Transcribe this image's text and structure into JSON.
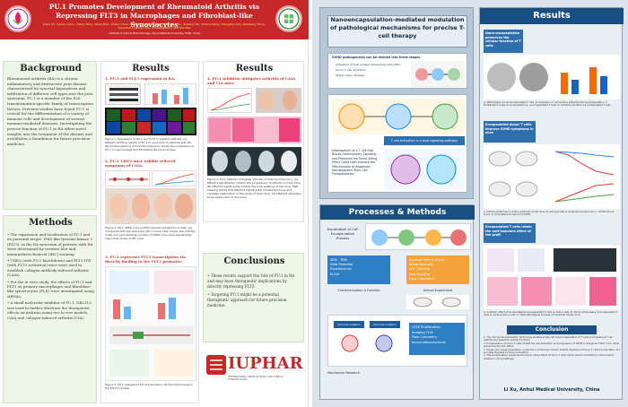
{
  "left_poster": {
    "title": "PU.1 Promotes Development of Rheumatoid Arthritis via Repressing FLT3 in Macrophages and Fibroblast-like Synoviocytes",
    "authors": "Jiajie Tu, Wenbo Chen, Yifeng Fang, Dafei Han, Yizhao Chen, Haifeng Jiang, Xuewen Tan, Zhen Xu, Xuming Wu, Huihui Wang, Xiangling Zhu, Wenming Hong, Xiaochen Li, Chun Zhu, Xinming Wang and Wei Wei",
    "affiliation": "Institute of Clinical Pharmacology, Anhui Medical University, Hefei, China",
    "background": {
      "heading": "Background",
      "text": "Rheumatoid arthritis (RA) is a chronic inflammatory and destructive joint disease characterized by synovial hyperplasia and infiltration of different cell types into the joint synovium. PU.1 is a member of the E26 transformation-specific family of transcription factors. Previous studies have found PU.1 is critical for the differentiation of a variety of immune cells and development of several immune-mediated diseases. Investigating the precise function of PU.1 in RA offers novel insights into the treatment of the disease and establishes a foundation for future precision medicine."
    },
    "methods": {
      "heading": "Methods",
      "bullets": [
        "The expression and localization of PU.1 and its potential target, FMS-like tyrosine kinase 3 (FLT3), in the RA synovium of patients with RA were determined by western blot and immunohistochemical (IHC) staining.",
        "UREΔ (with PU.1 knockdown) and FLT3-ITD (with FLT3 activation) mice were used to establish collagen antibody-induced arthritis (CAIA).",
        "For the in vitro study, the effects of PU.1 and FLT3 on primary macrophages and fibroblast-like synoviocytes (FLS) were investigated using siRNAs.",
        "A small molecular inhibitor of PU.1, DB2313, was used to further illustrate the therapeutic effects on arthritis using two in vivo models, CAIA and collagen-induced arthritis (CIA)."
      ]
    },
    "results1": {
      "heading": "Results",
      "sub1": "1. PU.1 and FLT3 expression in RA.",
      "cap1": "Figure 1. Expression of PU.1 and FLT3 in patients with RA. (A) Western blotting results of PU.1 in synovium of patients with RA. (B) Double-staining immunofluorescence shows the localization of PU.1 in macrophage and fibroblast-like synoviocytes.",
      "sub2": "2. PU.1 UREΔ mice exhibit relieved symptoms of CAIA.",
      "cap2": "Figure 2. PU.1 UREΔ mice exhibit relieved symptoms of CAIA. (A) Compared with the wild-type (WT) mouse CAIA model, the arthritis index and joint swelling number of UREΔ mice were significantly lower than those of WT mice.",
      "sub3": "3. PU.1 represses FLT3 transcription via directly binding to the FLT3 promoter.",
      "cap3": "Figure 3. PU.1 represses FLT3 transcription via directly binding to the FLT3 promoter."
    },
    "results2": {
      "heading": "Results",
      "sub1": "4. PU.1 inhibitor mitigates arthritis of CAIA and CIA mice",
      "cap1": "Figure 4. PU.1 inhibitor mitigates arthritis of CAIA and CIA mice. (A) DB2313 significantly inhibits the progression of arthritis in CAIA mice. (B) DB2313 significantly inhibits the joint swelling of CIA mice. H&E staining shows that DB2313 significantly inhibits the bone and cartilage destruction in the joints of CAIA mice. (C) DB2313 alleviates bone destruction of CIA mice."
    },
    "conclusions": {
      "heading": "Conclusions",
      "bullets": [
        "These results support the role of PU.1 in RA and may have therapeutic implications by directly repressing FLT3.",
        "Targeting PU.1 might be a potential therapeutic approach for future precision medicine."
      ]
    },
    "logo_text": "IUPHAR",
    "logo_subtext": "INTERNATIONAL UNION OF BASIC AND CLINICAL PHARMACOLOGY"
  },
  "right_poster": {
    "title": "Nanoencapsulation-mediated modulation of pathological mechanisms for precise T-cell therapy",
    "gvhd_heading": "GVHD pathogenesis can be divided into three stages",
    "gvhd_items": [
      "Activation of host antigen presenting cells (APC)",
      "Donor T cell activation",
      "Target organ damage"
    ],
    "development_text": "Development of a T Cell that Blocks Costimulatory Signaling and Preserves the Tumor-Killing Effect Could Help Improve the Effectiveness of Allogeneic Hematopoietic Stem Cell Transplantation",
    "t_cell_label": "T cell activation is a dual signaling pathway",
    "processes_heading": "Processes & Methods",
    "exploration_label": "Exploration of Cell Encapsulation Process",
    "sem_box": "SEM , TEM\nZeta Potential\nFluorescence\nELISA",
    "characterization_label": "Characterization & Function",
    "survival_box": "Survival Rate & Score\nBlood Analysis\nH.E. Staining\nLive Imaging\nFlow Cytometry",
    "animal_label": "Animal Experiment",
    "immune_isolation_1": "Immune isolation",
    "immune_isolation_2": "Immune isolation",
    "cfse_box": "CFSE Proliferation\nImaging FCM\nFlow Cytometry\nImmunofluorescence",
    "mechanism_label": "Mechanism Research",
    "results_heading": "Results",
    "res_box1": "Nano-encapsulation preserves the cellular function of T cells",
    "res_cap1": "A. SEM images of nanoencapsulated T cells. B. Changes in T cell surface potential during encapsulation. C. Proliferation levels of encapsulated vs. unencapsulated T cells. D. Cytokine secretion by encapsulated T cells.",
    "res_box2": "Encapsulated donor T cells improve GVHD symptoms in mice",
    "res_cap2": "A. Clinical performance of the combined model mice. B. Survival rate of combined model mice. C. GVHD clinical score. D. Cumulative incidence of GVHD.",
    "res_box3": "Encapsulated T cells retain the anti-leukemia effect of the graft",
    "res_cap3": "A. Cytotoxic effect of encapsulated/unencapsulated T cells on tumor cells. B. Tumor killing assay of encapsulated T cells on various tumor cells. C. Histopathological pictures of combined model mice.",
    "conclusion_heading": "Conclusion",
    "conclusion_items": [
      "1. The cell nanoencapsulation technology enables single-cell nanoencapsulation of T cells and preserves T cell viability and essential cellular functions.",
      "2. Encapsulation of donor T cells inhibits the allo-activation and progression of GVHD in allogeneic HSCT mice, while preserving the GVL effect.",
      "3. Single-cell nanoencapsulation constructs a multi-layer matrix, inhibits migration of donor T cells to host APCs, and provides targeted immune modulation.",
      "4. The encapsulation preserves the tumor killing effect of donor T cells, which would contribute to reduce tumor relapse in clinical settings."
    ],
    "author_footer": "Li Xu,  Anhui Medical University, China"
  }
}
